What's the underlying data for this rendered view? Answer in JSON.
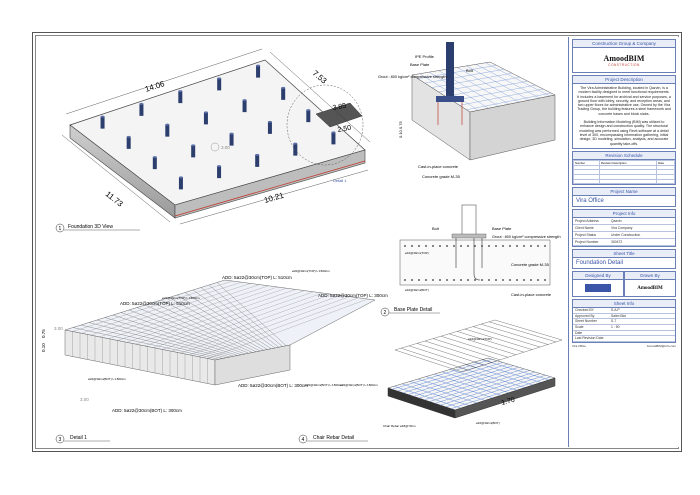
{
  "views": {
    "foundation_3d": {
      "number": "1",
      "title": "Foundation 3D View",
      "dims": [
        "14.06",
        "7.53",
        "11.73",
        "10.21",
        "3.85",
        "2.50"
      ],
      "level": "3.00",
      "detail_callout": "Detail 1"
    },
    "base_plate": {
      "number": "2",
      "title": "Base Plate Detail",
      "labels": {
        "ipe": "IPE Profile",
        "plate": "Base Plate",
        "grout": "Grout : 800 kg/cm² compressive strength",
        "bolt": "Bolt",
        "cast": "Cast-in-place concrete",
        "concrete": "Concrete grade M-35",
        "dims": "0.10  0.75"
      },
      "section_labels": {
        "bolt": "Bolt",
        "plate": "Base Plate",
        "grout": "Grout : 800 kg/cm² compressive strength",
        "concrete": "Concrete grade M-35",
        "cast": "Cast-in-place concrete",
        "rebar": "ø16@30cm(TOP)",
        "rebar2": "ø16@30cm(BOT)"
      }
    },
    "detail_1": {
      "number": "3",
      "title": "Detail 1",
      "callouts": [
        "ADD: 5ø22@30cm(TOP) L: 510cm",
        "ADD: 5ø22@30cm(TOP) L: 510cm",
        "ADD: 5ø22@30cm(TOP) L: 300cm",
        "ADD: 5ø22@30cm(BOT) L: 300cm",
        "ADD: 5ø22@30cm(BOT) L: 300cm"
      ],
      "small_labels": [
        "ø22@30cm(TOP) L:1500cm",
        "ø22@30cm(TOP) L:1500cm",
        "ø22@30cm(BOT) L:1500cm",
        "ø22@30cm(BOT) L:1500cm",
        "ø22@30cm(BOT) L:1500cm"
      ],
      "levels": [
        "3.00",
        "3.00"
      ],
      "dims": [
        "0.10",
        "0.75"
      ]
    },
    "chair_rebar": {
      "number": "4",
      "title": "Chair Rebar Detail",
      "dim": "1.70",
      "labels": [
        "ø16@30cm(TOP)",
        "ø16@30cm(BOT)",
        "Chair Rebar ø18@70cm"
      ]
    }
  },
  "title_block": {
    "company": "Construction Group & Company",
    "logo": "AmoodBIM",
    "logo_sub": "CONSTRUCTION",
    "project_desc_head": "Project Description",
    "description": "The Vira Administrative Building, located in Qazvin, is a modern facility designed to meet functional requirements. It includes a basement for archival and service purposes, a ground floor with lobby, security, and reception areas, and two upper floors for administrative use. Owned by the Vira Trading Group, the building features a steel framework and concrete bases and block slabs.",
    "description2": "Building Information Modeling (BIM) was utilized to enhance design and construction quality. The structural modeling was performed using Revit software at a detail level of 300, encompassing information gathering, initial design, 3D modeling, simulation, analysis, and accurate quantity take-offs.",
    "revision_head": "Revision Schedule",
    "revision_cols": [
      "Number",
      "Revision Description",
      "Date"
    ],
    "project_name_head": "Project Name",
    "project_name": "Vira Office",
    "project_info_head": "Project Info",
    "info": [
      {
        "k": "Project Address",
        "v": "Qazvin"
      },
      {
        "k": "Client Name",
        "v": "Vira Company"
      },
      {
        "k": "Project Status",
        "v": "Under Construction"
      },
      {
        "k": "Project Number",
        "v": "300472"
      }
    ],
    "sheet_title_head": "Sheet Title",
    "sheet_title": "Foundation Detail",
    "designed_head": "Designed By",
    "drawn_head": "Drawn By",
    "sheet_info_head": "Sheet Info",
    "sheet_info": [
      {
        "k": "Checked BY",
        "v": "S.A.P"
      },
      {
        "k": "Approved By",
        "v": "Salim Blol"
      },
      {
        "k": "Sheet Number",
        "v": "S-7"
      },
      {
        "k": "Scale",
        "v": "1 : 50"
      },
      {
        "k": "Date",
        "v": ""
      },
      {
        "k": "Last Revision Date",
        "v": ""
      }
    ],
    "footer_left": "Vira Office",
    "footer_right": "AmoodBIM@info.com"
  },
  "colors": {
    "accent": "#3a55a8",
    "steel": "#2c3e6e",
    "concrete": "#d9d9d9",
    "rebar_red": "#c0392b",
    "rebar_blue": "#6b8fd6"
  }
}
